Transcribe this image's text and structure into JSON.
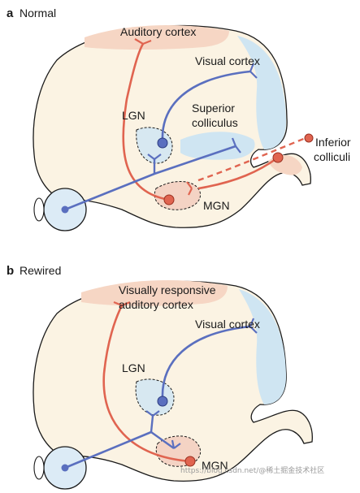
{
  "panels": [
    {
      "letter": "a",
      "title": "Normal",
      "labels": {
        "auditory_cortex": "Auditory cortex",
        "visual_cortex": "Visual cortex",
        "lgn": "LGN",
        "superior_colliculus_1": "Superior",
        "superior_colliculus_2": "colliculus",
        "inferior_colliculi_1": "Inferior",
        "inferior_colliculi_2": "colliculi",
        "mgn": "MGN"
      }
    },
    {
      "letter": "b",
      "title": "Rewired",
      "labels": {
        "auditory_cortex_1": "Visually responsive",
        "auditory_cortex_2": "auditory cortex",
        "visual_cortex": "Visual cortex",
        "lgn": "LGN",
        "mgn": "MGN"
      }
    }
  ],
  "watermark": "https://blog.csdn.net/@稀土掘金技术社区",
  "colors": {
    "brain_fill": "#fbf3e3",
    "outline": "#1a1a1a",
    "auditory_region": "#f6d6c4",
    "visual_region": "#cfe5f2",
    "red_pathway": "#e06450",
    "blue_pathway": "#5a6fbf",
    "lgn_fill": "#d7e8f1",
    "mgn_fill": "#f4d3c4",
    "eye_fill": "#dcebf6",
    "background": "#ffffff"
  }
}
